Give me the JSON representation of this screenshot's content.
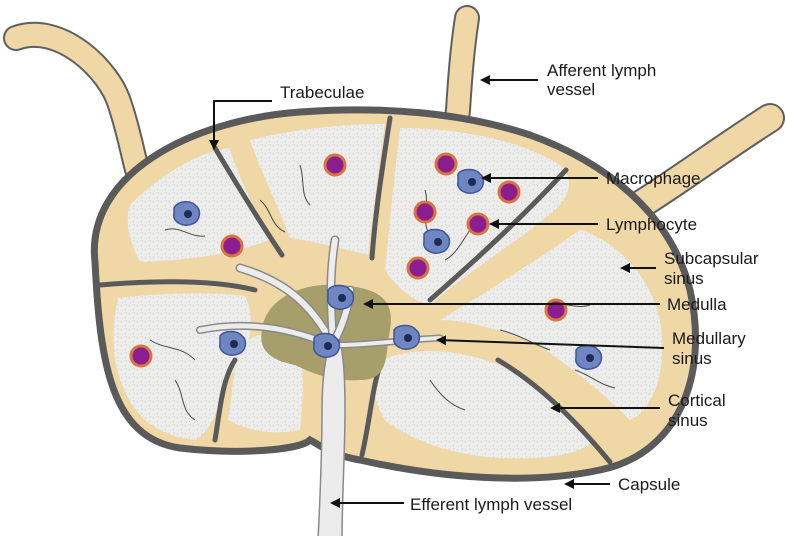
{
  "labels": {
    "afferent_line1": "Afferent lymph",
    "afferent_line2": "vessel",
    "trabeculae": "Trabeculae",
    "macrophage": "Macrophage",
    "lymphocyte": "Lymphocyte",
    "subcapsular_line1": "Subcapsular",
    "subcapsular_line2": "sinus",
    "medulla": "Medulla",
    "medullary_line1": "Medullary",
    "medullary_line2": "sinus",
    "cortical_line1": "Cortical",
    "cortical_line2": "sinus",
    "capsule": "Capsule",
    "efferent": "Efferent lymph vessel"
  },
  "colors": {
    "capsule": "#5a5a5a",
    "tissue": "#efd7a6",
    "cortex": "#ebebea",
    "medulla": "#a69e6b",
    "vessel": "#ececec",
    "lymphocyte_fill": "#8a1d8f",
    "lymphocyte_ring": "#d9743f",
    "macrophage": "#6f86c2",
    "macrophage_nucleus": "#1e2d55",
    "arrow": "#111111"
  }
}
